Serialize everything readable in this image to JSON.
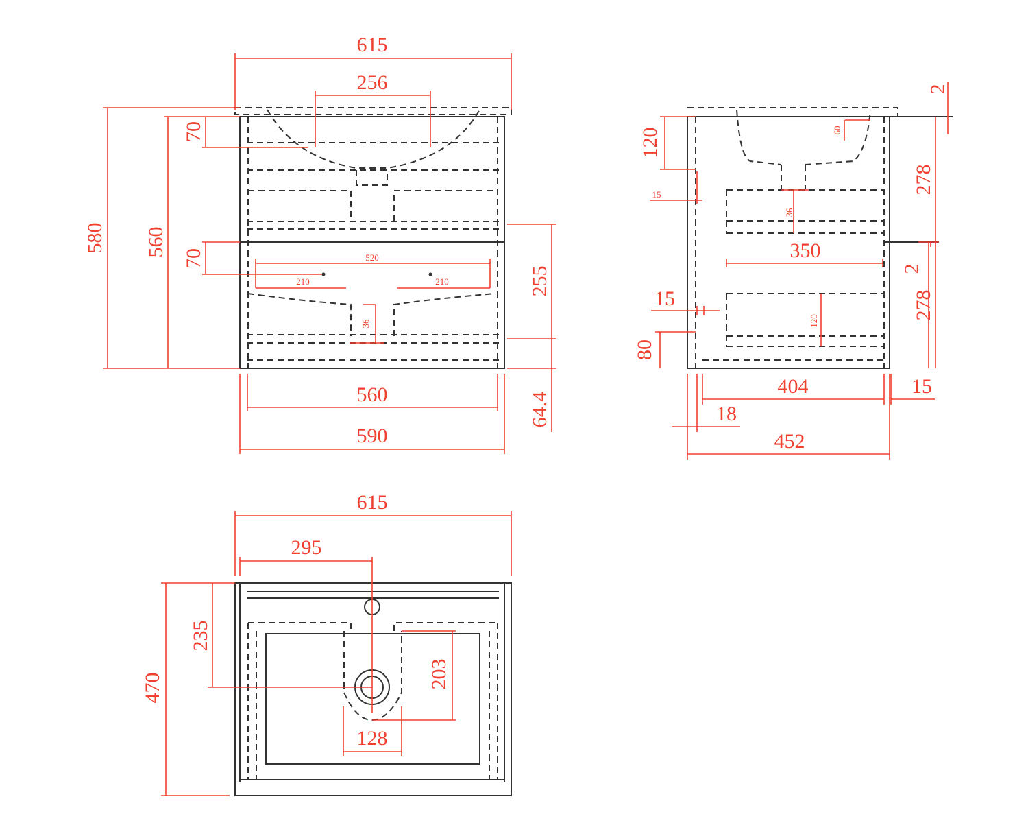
{
  "colors": {
    "dimension": "#f04030",
    "outline": "#333333"
  },
  "front_view": {
    "width_top": "615",
    "faucet_spacing": "256",
    "total_height": "580",
    "cabinet_height": "560",
    "top_offset": "70",
    "drawer_offset": "70",
    "drawer_height": "255",
    "leg_gap": "64.4",
    "inner_width": "560",
    "cabinet_width": "590",
    "handle_span": "520",
    "handle_left": "210",
    "handle_right": "210",
    "notch_depth": "36"
  },
  "side_view": {
    "top_thickness": "2",
    "upper_drawer": "278",
    "gap": "2",
    "lower_drawer": "278",
    "basin_depth": "120",
    "wall_small": "15",
    "inner_depth": "350",
    "wall": "15",
    "plinth": "80",
    "drawer_depth": "404",
    "back_gap": "15",
    "front_gap": "18",
    "total_depth": "452",
    "basin_rim": "60",
    "notch": "36",
    "lower_notch": "120"
  },
  "top_view": {
    "width": "615",
    "drain_offset": "295",
    "drain_from_back": "235",
    "depth": "470",
    "basin_to_drain": "203",
    "notch_width": "128"
  }
}
